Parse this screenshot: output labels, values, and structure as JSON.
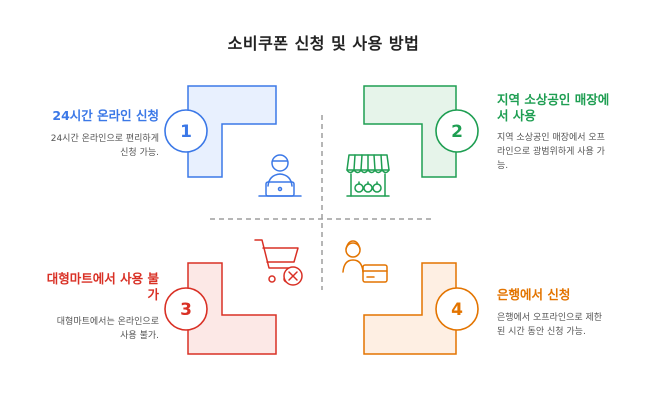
{
  "title": "소비쿠폰 신청 및 사용 방법",
  "steps": [
    {
      "number": "1",
      "heading": "24시간 온라인 신청",
      "desc_line1": "24시간 온라인으로 편리하게",
      "desc_line2": "신청 가능.",
      "color": "#3b78e7",
      "fill": "#e8f0fe",
      "icon": "person-laptop-icon"
    },
    {
      "number": "2",
      "heading_line1": "지역 소상공인 매장에",
      "heading_line2": "서 사용",
      "desc_line1": "지역 소상공인 매장에서 오프",
      "desc_line2": "라인으로 광범위하게 사용 가",
      "desc_line3": "능.",
      "color": "#1e9e52",
      "fill": "#e6f4ea",
      "icon": "storefront-icon"
    },
    {
      "number": "3",
      "heading_line1": "대형마트에서 사용 불",
      "heading_line2": "가",
      "desc_line1": "대형마트에서는 온라인으로",
      "desc_line2": "사용 불가.",
      "color": "#d93025",
      "fill": "#fce8e6",
      "icon": "cart-blocked-icon"
    },
    {
      "number": "4",
      "heading": "은행에서 신청",
      "desc_line1": "은행에서 오프라인으로 제한",
      "desc_line2": "된 시간 동안 신청 가능.",
      "color": "#e37400",
      "fill": "#feefe3",
      "icon": "bank-teller-icon"
    }
  ]
}
